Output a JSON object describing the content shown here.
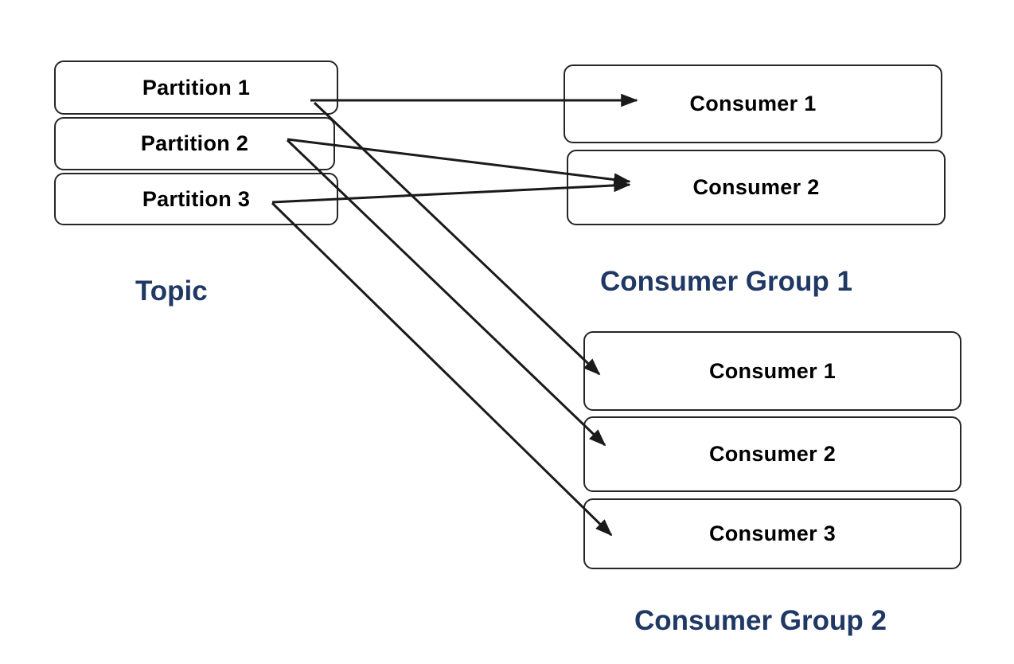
{
  "diagram": {
    "topic": {
      "label": "Topic",
      "partitions": [
        {
          "label": "Partition 1"
        },
        {
          "label": "Partition 2"
        },
        {
          "label": "Partition 3"
        }
      ]
    },
    "consumer_groups": [
      {
        "label": "Consumer Group 1",
        "consumers": [
          {
            "label": "Consumer 1"
          },
          {
            "label": "Consumer 2"
          }
        ]
      },
      {
        "label": "Consumer Group 2",
        "consumers": [
          {
            "label": "Consumer 1"
          },
          {
            "label": "Consumer 2"
          },
          {
            "label": "Consumer 3"
          }
        ]
      }
    ],
    "connections": [
      {
        "from": "Partition 1",
        "to_group": "Consumer Group 1",
        "to_consumer": "Consumer 1"
      },
      {
        "from": "Partition 2",
        "to_group": "Consumer Group 1",
        "to_consumer": "Consumer 2"
      },
      {
        "from": "Partition 3",
        "to_group": "Consumer Group 1",
        "to_consumer": "Consumer 2"
      },
      {
        "from": "Partition 1",
        "to_group": "Consumer Group 2",
        "to_consumer": "Consumer 1"
      },
      {
        "from": "Partition 2",
        "to_group": "Consumer Group 2",
        "to_consumer": "Consumer 2"
      },
      {
        "from": "Partition 3",
        "to_group": "Consumer Group 2",
        "to_consumer": "Consumer 3"
      }
    ],
    "colors": {
      "background": "#ffffff",
      "box_border": "#262626",
      "box_text": "#000000",
      "group_label_text": "#1f3864",
      "arrow": "#1a1a1a"
    }
  }
}
